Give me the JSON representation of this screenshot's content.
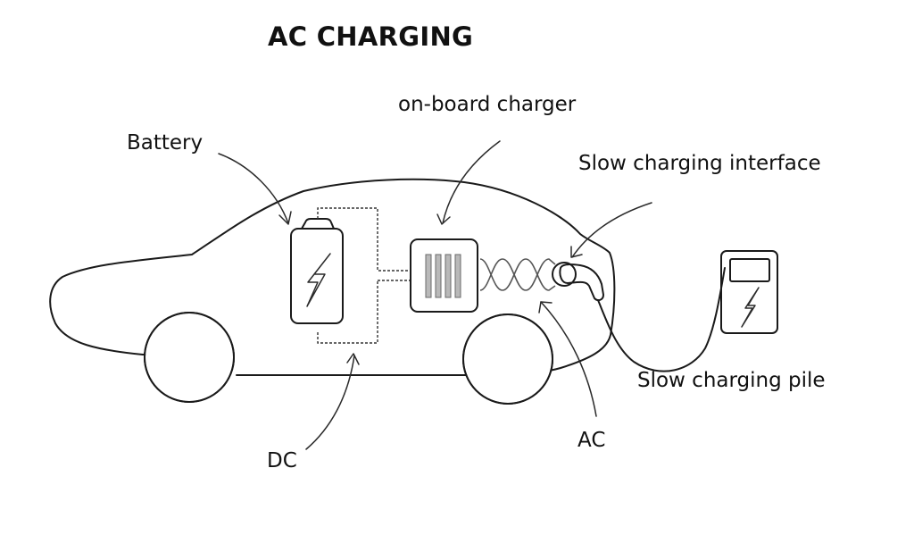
{
  "title": "AC CHARGING",
  "labels": {
    "battery": "Battery",
    "on_board_charger": "on-board charger",
    "slow_charging_interface": "Slow charging interface",
    "slow_charging_pile": "Slow charging pile",
    "ac": "AC",
    "dc": "DC"
  },
  "components": [
    {
      "id": "battery",
      "icon": "battery-icon"
    },
    {
      "id": "on-board-charger",
      "icon": "charger-module-icon"
    },
    {
      "id": "slow-charging-interface",
      "icon": "charging-plug-icon"
    },
    {
      "id": "slow-charging-pile",
      "icon": "charging-station-icon"
    }
  ],
  "connections": [
    {
      "from": "battery",
      "to": "on-board-charger",
      "current": "DC",
      "style": "dashed"
    },
    {
      "from": "on-board-charger",
      "to": "slow-charging-interface",
      "current": "AC",
      "style": "twisted"
    },
    {
      "from": "slow-charging-interface",
      "to": "slow-charging-pile",
      "current": "AC",
      "style": "cable"
    }
  ],
  "colors": {
    "ink": "#1a1a1a",
    "background": "#ffffff",
    "module_bars": "#b9b9b9"
  }
}
